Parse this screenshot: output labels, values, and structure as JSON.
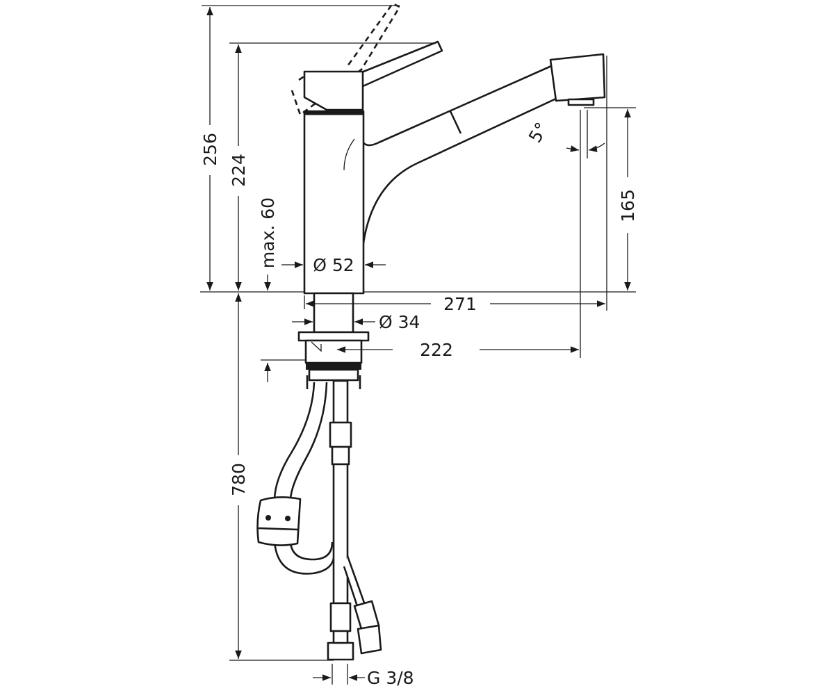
{
  "dimensions": {
    "total_height": "256",
    "lever_height": "224",
    "max_deck": "max. 60",
    "body_diameter": "Ø 52",
    "reach": "271",
    "shank_diameter": "Ø 34",
    "spout_center": "222",
    "angle": "5°",
    "outlet_height": "165",
    "hose_length": "780",
    "connection": "G 3/8"
  }
}
